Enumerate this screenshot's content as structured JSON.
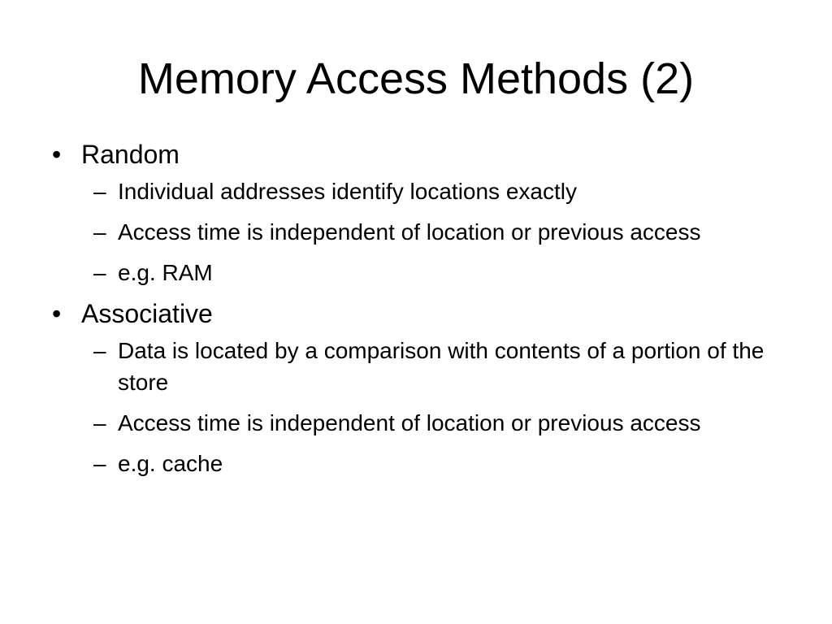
{
  "slide": {
    "title": "Memory Access Methods (2)",
    "bullet_mark": "•",
    "dash_mark": "–",
    "bullets": [
      {
        "label": "Random",
        "subitems": [
          "Individual addresses identify locations exactly",
          "Access time is independent of location or previous access",
          "e.g. RAM"
        ]
      },
      {
        "label": "Associative",
        "subitems": [
          "Data is located by a comparison with contents of a portion of the store",
          "Access time is independent of location or previous access",
          "e.g. cache"
        ]
      }
    ]
  }
}
